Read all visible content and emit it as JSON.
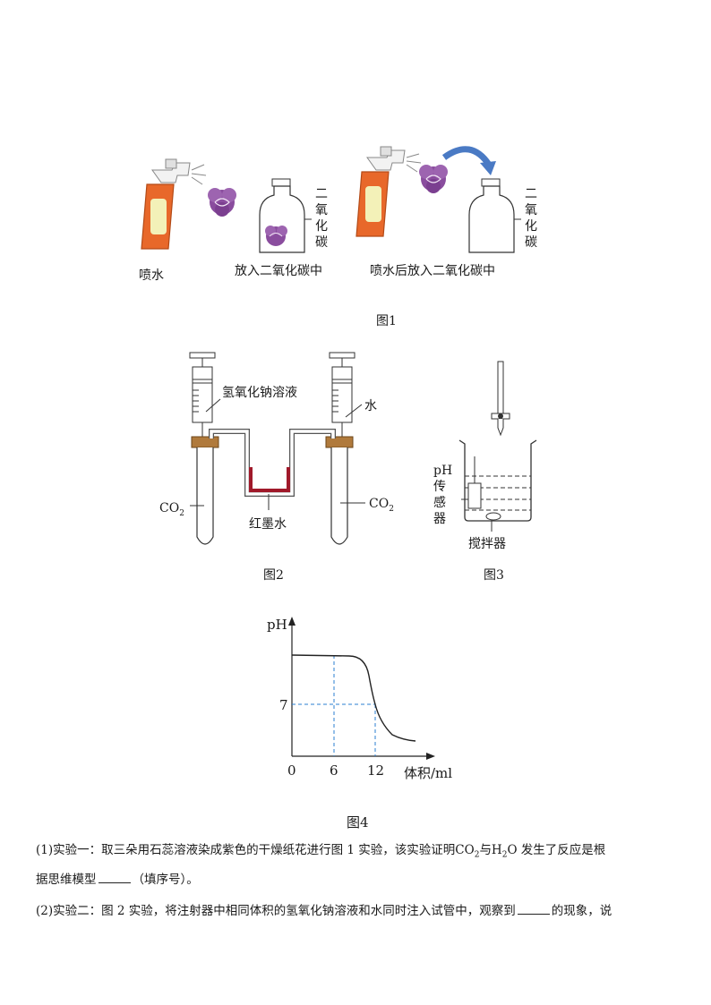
{
  "fig1": {
    "label_spray": "喷水",
    "label_put_co2": "放入二氧化碳中",
    "label_spray_then_co2": "喷水后放入二氧化碳中",
    "co2_text_a": "二氧化碳",
    "co2_text_b": "二氧化碳",
    "caption": "图1"
  },
  "fig2": {
    "naoh_label": "氢氧化钠溶液",
    "water_label": "水",
    "co2_left": "CO",
    "co2_right": "CO",
    "sub2": "2",
    "ink_label": "红墨水",
    "caption": "图2"
  },
  "fig3": {
    "ph_sensor_label_1": "pH",
    "ph_sensor_label_2": "传",
    "ph_sensor_label_3": "感",
    "ph_sensor_label_4": "器",
    "stirrer_label": "搅拌器",
    "caption": "图3"
  },
  "fig4": {
    "y_axis_label": "pH",
    "x_axis_label": "体积/ml",
    "tick_7": "7",
    "tick_0": "0",
    "tick_6": "6",
    "tick_12": "12",
    "caption": "图4"
  },
  "chart_data": {
    "type": "line",
    "xlabel": "体积/ml",
    "ylabel": "pH",
    "x_ticks": [
      0,
      6,
      12
    ],
    "y_ticks": [
      7
    ],
    "guide_lines": [
      {
        "x": 6
      },
      {
        "x": 12,
        "y": 7
      }
    ],
    "grid": false
  },
  "questions": {
    "q1_part1": "(1)实验一：取三朵用石蕊溶液染成紫色的干燥纸花进行图 1 实验，该实验证明CO",
    "q1_sub_co2": "2",
    "q1_part2": "与H",
    "q1_sub_h2o": "2",
    "q1_part3": "O 发生了反应是根",
    "q1_line2_a": "据思维模型",
    "q1_line2_b": "（填序号）。",
    "q2_part1": "(2)实验二：图 2 实验，将注射器中相同体积的氢氧化钠溶液和水同时注入试管中，观察到",
    "q2_part2": "的现象，说"
  },
  "colors": {
    "bottle_orange": "#e8682a",
    "flower_purple": "#8a4d9e",
    "arrow_blue": "#4a7ac4",
    "ink_red": "#a0192a",
    "dashed_blue": "#2b7fd0"
  }
}
